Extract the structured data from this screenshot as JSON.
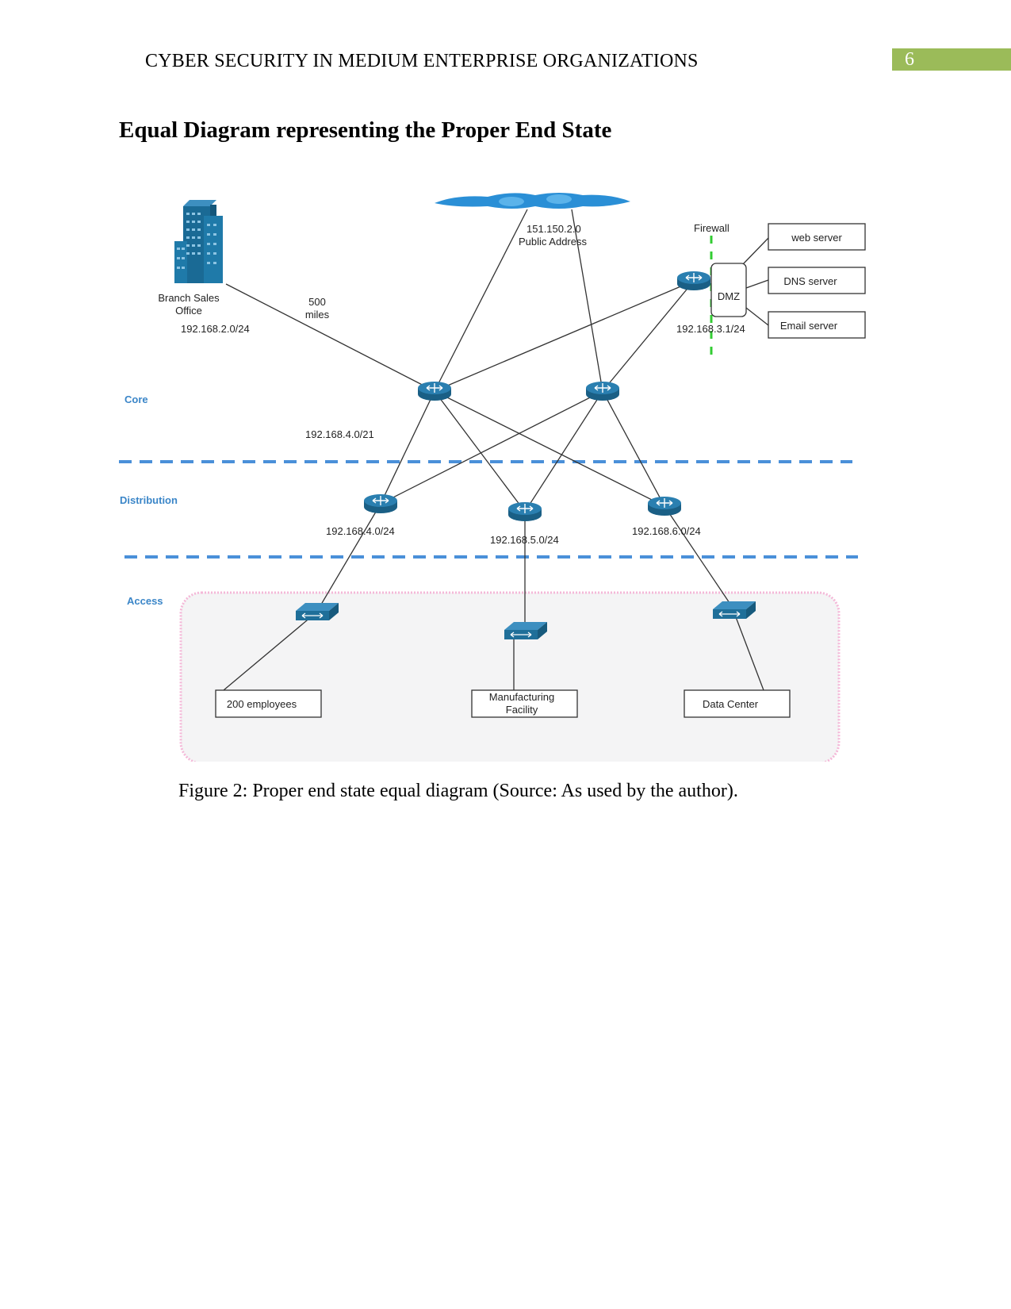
{
  "header": {
    "running_head": "CYBER SECURITY IN MEDIUM ENTERPRISE ORGANIZATIONS",
    "page_number": "6"
  },
  "section_heading": "Equal Diagram representing the Proper End State",
  "figure": {
    "caption": "Figure 2: Proper end state equal diagram (Source: As used by the author).",
    "layers": {
      "core": "Core",
      "distribution": "Distribution",
      "access": "Access"
    },
    "branch": {
      "name_line1": "Branch Sales",
      "name_line2": "Office",
      "subnet": "192.168.2.0/24",
      "distance_line1": "500",
      "distance_line2": "miles"
    },
    "internet": {
      "address": "151.150.2.0",
      "label": "Public Address"
    },
    "firewall_label": "Firewall",
    "dmz": {
      "label": "DMZ",
      "subnet": "192.168.3.1/24"
    },
    "servers": [
      "web server",
      "DNS server",
      "Email server"
    ],
    "core_subnet": "192.168.4.0/21",
    "distribution_subnets": [
      "192.168.4.0/24",
      "192.168.5.0/24",
      "192.168.6.0/24"
    ],
    "access_sites": {
      "left": "200 employees",
      "middle_line1": "Manufacturing",
      "middle_line2": "Facility",
      "right": "Data Center"
    },
    "colors": {
      "device": "#1f6f99",
      "layer_line": "#4a90d9",
      "firewall": "#33cc33",
      "page_number_band": "#9bbb59"
    }
  }
}
